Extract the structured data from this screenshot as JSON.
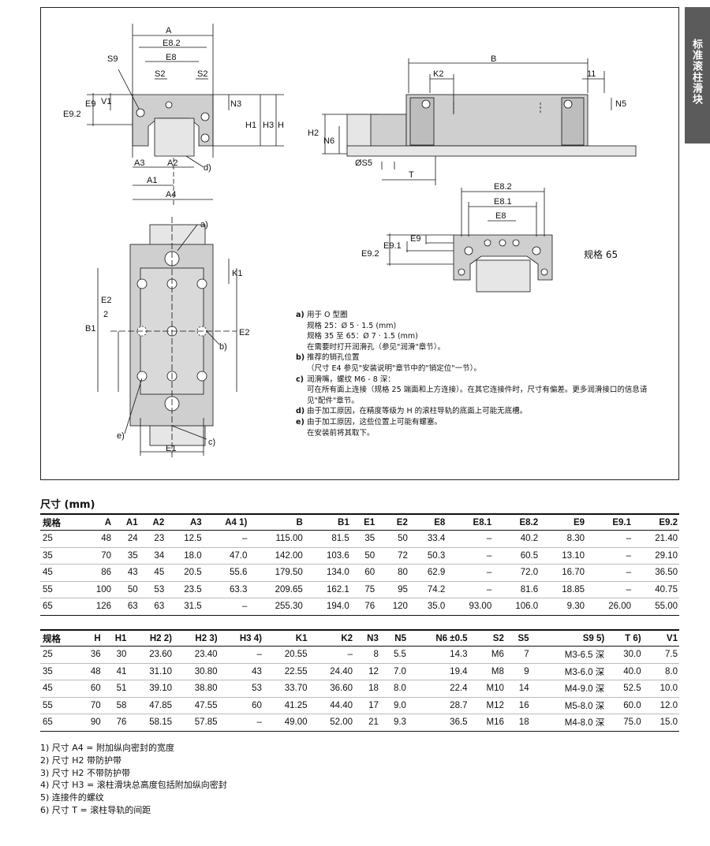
{
  "side_tab": "标准滚柱滑块",
  "diagram": {
    "front": {
      "A": "A",
      "E82": "E8.2",
      "E8": "E8",
      "S9": "S9",
      "S2a": "S2",
      "S2b": "S2",
      "E9": "E9",
      "E92": "E9.2",
      "V1": "V1",
      "N3": "N3",
      "H1": "H1",
      "H3": "H3",
      "H": "H",
      "A3": "A3",
      "A2": "A2",
      "d": "d)",
      "A1": "A1",
      "A4": "A4"
    },
    "side": {
      "B": "B",
      "K2": "K2",
      "val11": "11",
      "N5": "N5",
      "H2": "H2",
      "N6": "N6",
      "S5": "ØS5",
      "T": "T"
    },
    "size65": {
      "E82": "E8.2",
      "E81": "E8.1",
      "E8": "E8",
      "E9": "E9",
      "E91": "E9.1",
      "E92": "E9.2",
      "caption": "规格 65"
    },
    "top": {
      "a": "a)",
      "K1": "K1",
      "E2half_top": "E2",
      "E2half_bot": "2",
      "B1": "B1",
      "E2": "E2",
      "b": "b)",
      "e": "e)",
      "c": "c)",
      "E1": "E1"
    }
  },
  "notes": [
    {
      "key": "a)",
      "lines": [
        "用于 O 型圈",
        "规格 25：Ø 5 · 1.5 (mm)",
        "规格 35 至 65：Ø 7 · 1.5 (mm)",
        "在需要时打开润滑孔（参见\"润滑\"章节）。"
      ]
    },
    {
      "key": "b)",
      "lines": [
        "推荐的销孔位置",
        "（尺寸 E4 参见\"安装说明\"章节中的\"销定位\"一节）。"
      ]
    },
    {
      "key": "c)",
      "lines": [
        "润滑嘴，螺纹 M6 - 8 深：",
        "可在所有面上连接（规格 25 端面和上方连接）。在其它连接件时，尺寸有偏差。更多润滑接口的信息请",
        "见\"配件\"章节。"
      ]
    },
    {
      "key": "d)",
      "lines": [
        "由于加工原因，在精度等级为 H 的滚柱导轨的底面上可能无底槽。"
      ]
    },
    {
      "key": "e)",
      "lines": [
        "由于加工原因，这些位置上可能有螺塞。",
        "在安装前将其取下。"
      ]
    }
  ],
  "section_title": "尺寸 (mm)",
  "table1": {
    "headers": [
      "规格",
      "A",
      "A1",
      "A2",
      "A3",
      "A4 1)",
      "B",
      "B1",
      "E1",
      "E2",
      "E8",
      "E8.1",
      "E8.2",
      "E9",
      "E9.1",
      "E9.2"
    ],
    "rows": [
      [
        "25",
        "48",
        "24",
        "23",
        "12.5",
        "–",
        "115.00",
        "81.5",
        "35",
        "50",
        "33.4",
        "–",
        "40.2",
        "8.30",
        "–",
        "21.40"
      ],
      [
        "35",
        "70",
        "35",
        "34",
        "18.0",
        "47.0",
        "142.00",
        "103.6",
        "50",
        "72",
        "50.3",
        "–",
        "60.5",
        "13.10",
        "–",
        "29.10"
      ],
      [
        "45",
        "86",
        "43",
        "45",
        "20.5",
        "55.6",
        "179.50",
        "134.0",
        "60",
        "80",
        "62.9",
        "–",
        "72.0",
        "16.70",
        "–",
        "36.50"
      ],
      [
        "55",
        "100",
        "50",
        "53",
        "23.5",
        "63.3",
        "209.65",
        "162.1",
        "75",
        "95",
        "74.2",
        "–",
        "81.6",
        "18.85",
        "–",
        "40.75"
      ],
      [
        "65",
        "126",
        "63",
        "63",
        "31.5",
        "–",
        "255.30",
        "194.0",
        "76",
        "120",
        "35.0",
        "93.00",
        "106.0",
        "9.30",
        "26.00",
        "55.00"
      ]
    ]
  },
  "table2": {
    "headers": [
      "规格",
      "H",
      "H1",
      "H2 2)",
      "H2 3)",
      "H3 4)",
      "K1",
      "K2",
      "N3",
      "N5",
      "N6 ±0.5",
      "S2",
      "S5",
      "S9 5)",
      "T 6)",
      "V1"
    ],
    "rows": [
      [
        "25",
        "36",
        "30",
        "23.60",
        "23.40",
        "–",
        "20.55",
        "–",
        "8",
        "5.5",
        "14.3",
        "M6",
        "7",
        "M3-6.5 深",
        "30.0",
        "7.5"
      ],
      [
        "35",
        "48",
        "41",
        "31.10",
        "30.80",
        "43",
        "22.55",
        "24.40",
        "12",
        "7.0",
        "19.4",
        "M8",
        "9",
        "M3-6.0 深",
        "40.0",
        "8.0"
      ],
      [
        "45",
        "60",
        "51",
        "39.10",
        "38.80",
        "53",
        "33.70",
        "36.60",
        "18",
        "8.0",
        "22.4",
        "M10",
        "14",
        "M4-9.0 深",
        "52.5",
        "10.0"
      ],
      [
        "55",
        "70",
        "58",
        "47.85",
        "47.55",
        "60",
        "41.25",
        "44.40",
        "17",
        "9.0",
        "28.7",
        "M12",
        "16",
        "M5-8.0 深",
        "60.0",
        "12.0"
      ],
      [
        "65",
        "90",
        "76",
        "58.15",
        "57.85",
        "–",
        "49.00",
        "52.00",
        "21",
        "9.3",
        "36.5",
        "M16",
        "18",
        "M4-8.0 深",
        "75.0",
        "15.0"
      ]
    ]
  },
  "footnotes": [
    "1)  尺寸 A4 = 附加纵向密封的宽度",
    "2)  尺寸 H2 带防护带",
    "3)  尺寸 H2 不带防护带",
    "4)  尺寸 H3 = 滚柱滑块总高度包括附加纵向密封",
    "5)  连接件的螺纹",
    "6)  尺寸 T = 滚柱导轨的间距"
  ]
}
